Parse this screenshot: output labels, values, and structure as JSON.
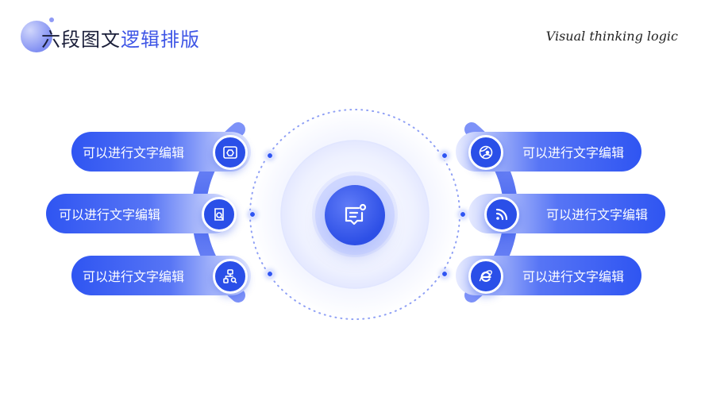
{
  "header": {
    "title_dark": "六段图文",
    "title_accent": "逻辑排版",
    "subtitle": "Visual thinking logic"
  },
  "items": {
    "left": [
      {
        "label": "可以进行文字编辑",
        "icon": "hexagon-window-icon"
      },
      {
        "label": "可以进行文字编辑",
        "icon": "search-document-icon"
      },
      {
        "label": "可以进行文字编辑",
        "icon": "flowchart-search-icon"
      }
    ],
    "right": [
      {
        "label": "可以进行文字编辑",
        "icon": "globe-icon"
      },
      {
        "label": "可以进行文字编辑",
        "icon": "rss-icon"
      },
      {
        "label": "可以进行文字编辑",
        "icon": "internet-explorer-icon"
      }
    ]
  },
  "center": {
    "icon": "message-document-icon"
  },
  "colors": {
    "accent": "#3f56e6",
    "pill": "#2f55f2",
    "title": "#1b1f3a"
  }
}
